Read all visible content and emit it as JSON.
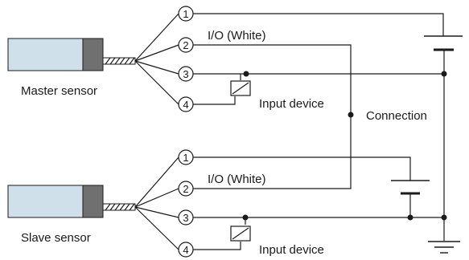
{
  "sensors": {
    "master": {
      "label": "Master sensor",
      "pins": [
        "1",
        "2",
        "3",
        "4"
      ],
      "io_label": "I/O (White)",
      "input_device_label": "Input device"
    },
    "slave": {
      "label": "Slave sensor",
      "pins": [
        "1",
        "2",
        "3",
        "4"
      ],
      "io_label": "I/O (White)",
      "input_device_label": "Input device"
    }
  },
  "connection_label": "Connection",
  "colors": {
    "sensor_body": "#cfe0ea",
    "sensor_cap": "#707070",
    "line": "#1a1a1a"
  }
}
